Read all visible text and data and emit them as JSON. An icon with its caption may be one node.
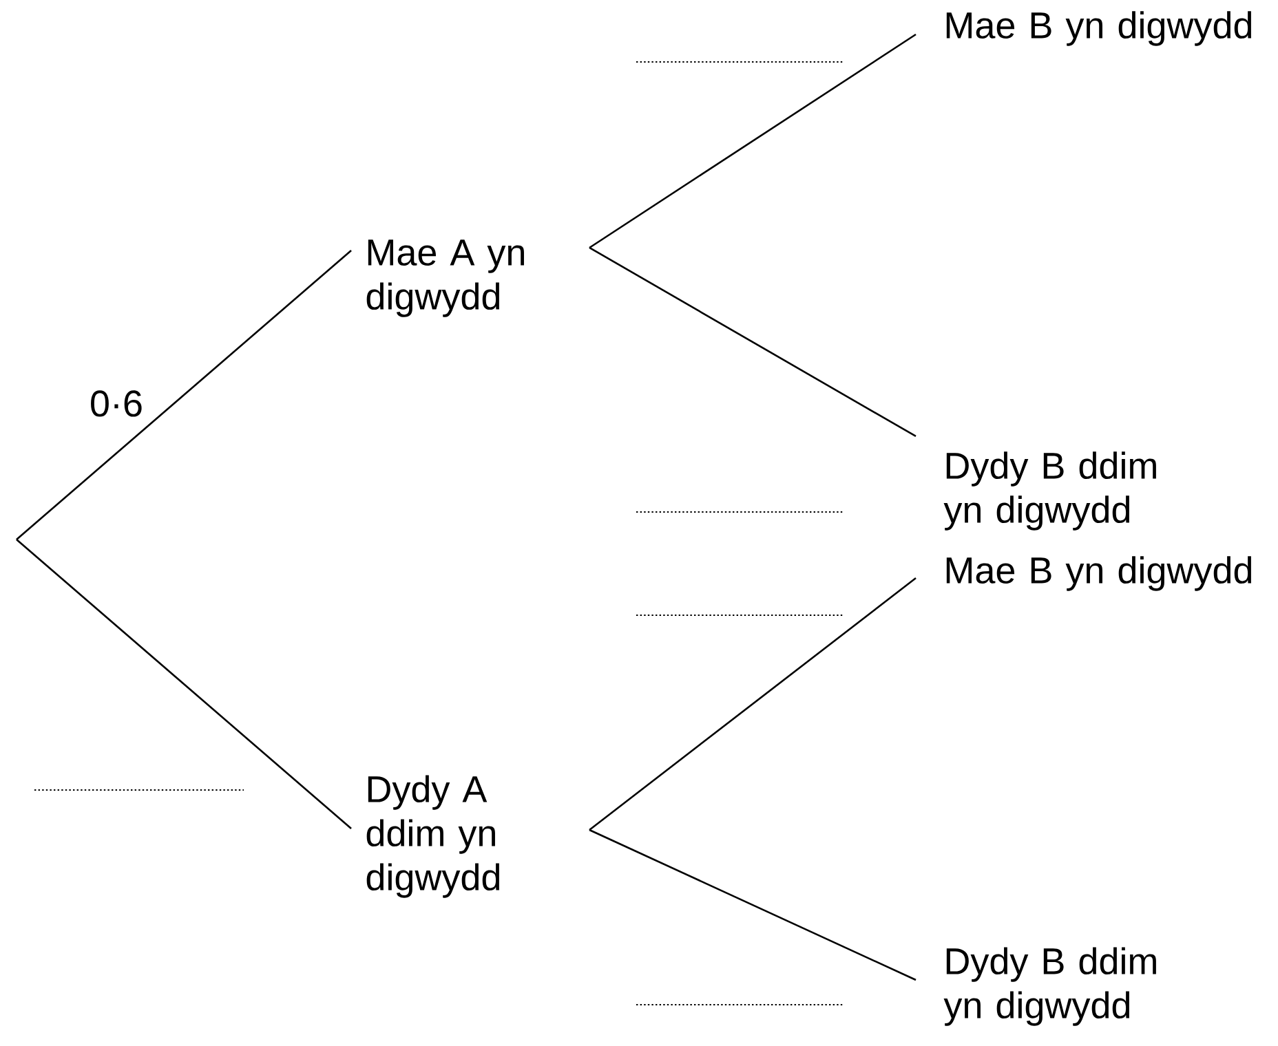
{
  "diagram": {
    "nodes": [
      {
        "text": [
          "Mae A yn digwydd"
        ]
      },
      {
        "text": [
          "Dydy A ddim yn digwydd"
        ]
      },
      {
        "text": [
          "Mae B yn digwydd"
        ]
      },
      {
        "text": [
          "Dydy B ddim yn digwydd"
        ]
      },
      {
        "text": [
          "Mae B yn digwydd"
        ]
      },
      {
        "text": [
          "Dydy B ddim yn digwydd"
        ]
      }
    ],
    "edges": [
      {
        "from": null,
        "to": 0,
        "arrow": "none",
        "label": "0·6"
      },
      {
        "from": null,
        "to": 1,
        "arrow": "none"
      },
      {
        "from": 0,
        "to": 2,
        "arrow": "none"
      },
      {
        "from": 0,
        "to": 3,
        "arrow": "none"
      },
      {
        "from": 1,
        "to": 4,
        "arrow": "none"
      },
      {
        "from": 1,
        "to": 5,
        "arrow": "none"
      }
    ]
  }
}
